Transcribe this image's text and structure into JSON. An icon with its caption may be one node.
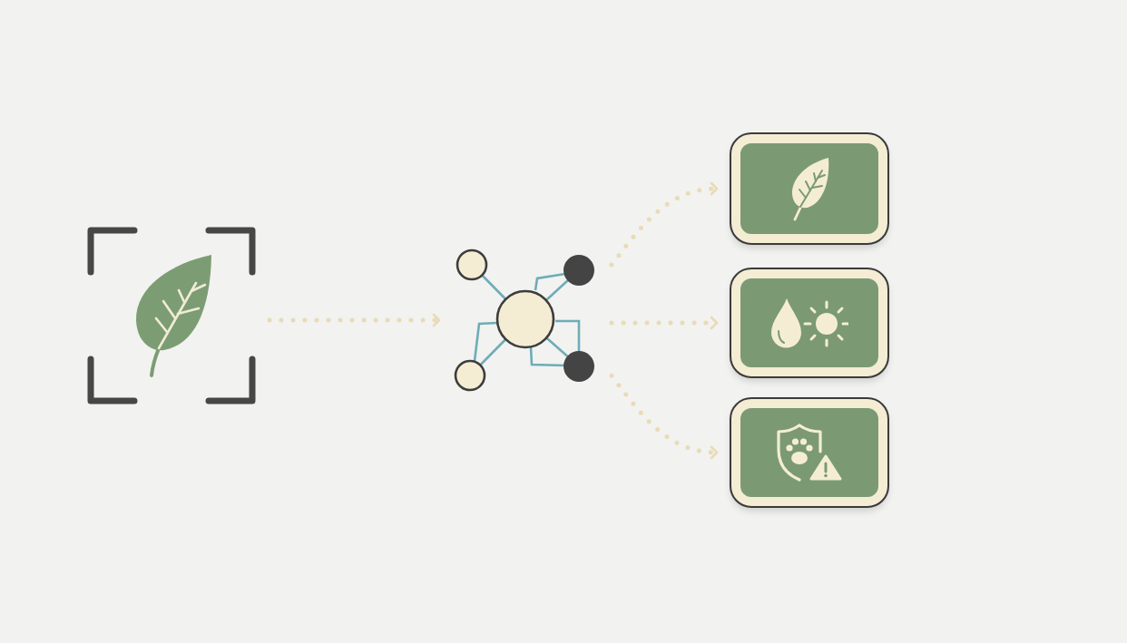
{
  "diagram": {
    "nodes": [
      {
        "text": [],
        "shape": "picture"
      },
      {
        "text": [],
        "shape": "picture"
      },
      {
        "text": [],
        "shape": "box"
      },
      {
        "text": [],
        "shape": "box"
      },
      {
        "text": [],
        "shape": "box"
      }
    ],
    "edges": [
      {
        "from": 0,
        "to": 1,
        "arrow": "to",
        "style": "dashed"
      },
      {
        "from": 1,
        "to": 2,
        "arrow": "to",
        "style": "dashed"
      },
      {
        "from": 1,
        "to": 3,
        "arrow": "to",
        "style": "dashed"
      },
      {
        "from": 1,
        "to": 4,
        "arrow": "to",
        "style": "dashed"
      }
    ]
  }
}
